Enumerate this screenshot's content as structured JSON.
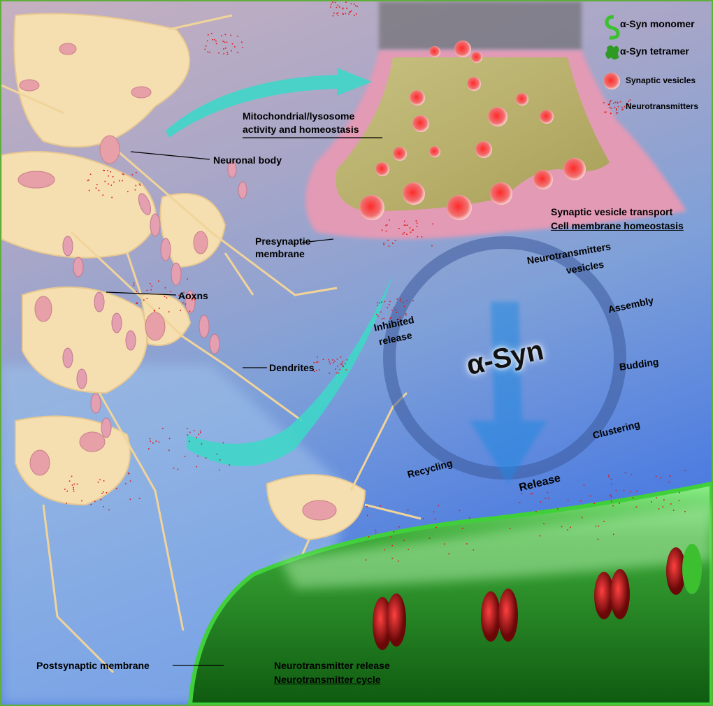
{
  "legend": {
    "monomer": "α-Syn monomer",
    "tetramer": "α-Syn tetramer",
    "vesicles": "Synaptic vesicles",
    "neurotransmitters": "Neurotransmitters"
  },
  "labels": {
    "mito_line1": "Mitochondrial/lysosome",
    "mito_line2": "activity and homeostasis",
    "neuronal_body": "Neuronal body",
    "svt_line1": "Synaptic vesicle transport",
    "svt_line2": "Cell membrane homeostasis",
    "presynaptic_line1": "Presynaptic",
    "presynaptic_line2": "membrane",
    "axons": "Aoxns",
    "dendrites": "Dendrites",
    "postsynaptic": "Postsynaptic membrane",
    "nt_release": "Neurotransmitter release",
    "nt_cycle": "Neurotransmitter cycle"
  },
  "cycle": {
    "center": "α-Syn",
    "steps": {
      "vesicles_line1": "Neurotransmitters",
      "vesicles_line2": "vesicles",
      "assembly": "Assembly",
      "budding": "Budding",
      "clustering": "Clustering",
      "release": "Release",
      "recycling": "Recycling",
      "inhibited_line1": "Inhibited",
      "inhibited_line2": "release"
    }
  },
  "colors": {
    "neuron": "#f5deb0",
    "nucleus": "#e8a0a8",
    "synuclein": "#3cb82a",
    "vesicle": "#e83030",
    "postsynaptic": "#1f7a1c",
    "arrow": "#3fd6c8",
    "frame": "#5fae3a"
  }
}
